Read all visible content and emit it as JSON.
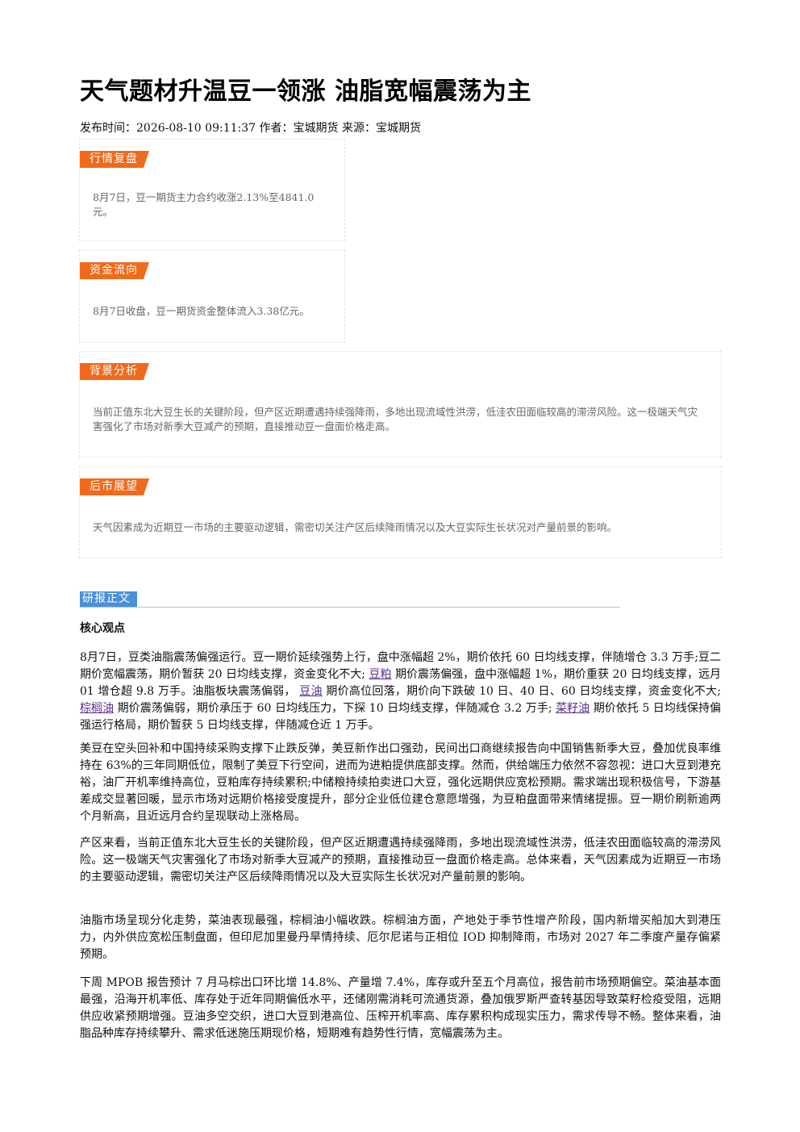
{
  "title": "天气题材升温豆一领涨 油脂宽幅震荡为主",
  "meta": "发布时间：2026-08-10 09:11:37 作者：宝城期货 来源：宝城期货",
  "boxes": {
    "review": {
      "tag": "行情复盘",
      "text": "8月7日，豆一期货主力合约收涨2.13%至4841.0元。"
    },
    "capital": {
      "tag": "资金流向",
      "text": "8月7日收盘，豆一期货资金整体流入3.38亿元。"
    },
    "background": {
      "tag": "背景分析",
      "text": "当前正值东北大豆生长的关键阶段，但产区近期遭遇持续强降雨，多地出现流域性洪涝，低洼农田面临较高的滞涝风险。这一极端天气灾害强化了市场对新季大豆减产的预期，直接推动豆一盘面价格走高。"
    },
    "outlook": {
      "tag": "后市展望",
      "text": "天气因素成为近期豆一市场的主要驱动逻辑，需密切关注产区后续降雨情况以及大豆实际生长状况对产量前景的影响。"
    }
  },
  "report": {
    "section_tag": "研报正文",
    "core_title": "核心观点",
    "p1": {
      "a": "8月7日，豆类油脂震荡偏强运行。豆一期价延续强势上行，盘中涨幅超 2%，期价依托 60 日均线支撑，伴随增仓 3.3 万手;豆二期价宽幅震荡，期价暂获 20 日均线支撑，资金变化不大; ",
      "link1": "豆粕",
      "b": " 期价震荡偏强，盘中涨幅超 1%，期价重获 20 日均线支撑，远月 01 增仓超 9.8 万手。油脂板块震荡偏弱， ",
      "link2": "豆油",
      "c": " 期价高位回落，期价向下跌破 10 日、40 日、60 日均线支撑，资金变化不大; ",
      "link3": "棕榈油",
      "d": " 期价震荡偏弱，期价承压于 60 日均线压力，下探 10 日均线支撑，伴随减仓 3.2 万手; ",
      "link4": "菜籽油",
      "e": " 期价依托 5 日均线保持偏强运行格局，期价暂获 5 日均线支撑，伴随减仓近 1 万手。"
    },
    "p2": "美豆在空头回补和中国持续采购支撑下止跌反弹，美豆新作出口强劲，民间出口商继续报告向中国销售新季大豆，叠加优良率维持在 63%的三年同期低位，限制了美豆下行空间，进而为进粕提供底部支撑。然而，供给端压力依然不容忽视：进口大豆到港充裕，油厂开机率维持高位，豆粕库存持续累积;中储粮持续拍卖进口大豆，强化远期供应宽松预期。需求端出现积极信号，下游基差成交显著回暖，显示市场对远期价格接受度提升，部分企业低位建仓意愿增强，为豆粕盘面带来情绪提振。豆一期价刷新逾两个月新高，且近远月合约呈现联动上涨格局。",
    "p3": "产区来看，当前正值东北大豆生长的关键阶段，但产区近期遭遇持续强降雨，多地出现流域性洪涝，低洼农田面临较高的滞涝风险。这一极端天气灾害强化了市场对新季大豆减产的预期，直接推动豆一盘面价格走高。总体来看，天气因素成为近期豆一市场的主要驱动逻辑，需密切关注产区后续降雨情况以及大豆实际生长状况对产量前景的影响。",
    "p4": "油脂市场呈现分化走势，菜油表现最强，棕榈油小幅收跌。棕榈油方面，产地处于季节性增产阶段，国内新增买船加大到港压力，内外供应宽松压制盘面，但印尼加里曼丹旱情持续、厄尔尼诺与正相位 IOD 抑制降雨，市场对 2027 年二季度产量存偏紧预期。",
    "p5": "下周 MPOB 报告预计 7 月马棕出口环比增 14.8%、产量增 7.4%，库存或升至五个月高位，报告前市场预期偏空。菜油基本面最强，沿海开机率低、库存处于近年同期偏低水平，还储刚需消耗可流通货源，叠加俄罗斯严查转基因导致菜籽检疫受阻，远期供应收紧预期增强。豆油多空交织，进口大豆到港高位、压榨开机率高、库存累积构成现实压力，需求传导不畅。整体来看，油脂品种库存持续攀升、需求低迷施压期现价格，短期难有趋势性行情，宽幅震荡为主。"
  },
  "colors": {
    "tag_orange": "#f16a1b",
    "tag_blue": "#4a90d9",
    "link_purple": "#5b2d90"
  }
}
